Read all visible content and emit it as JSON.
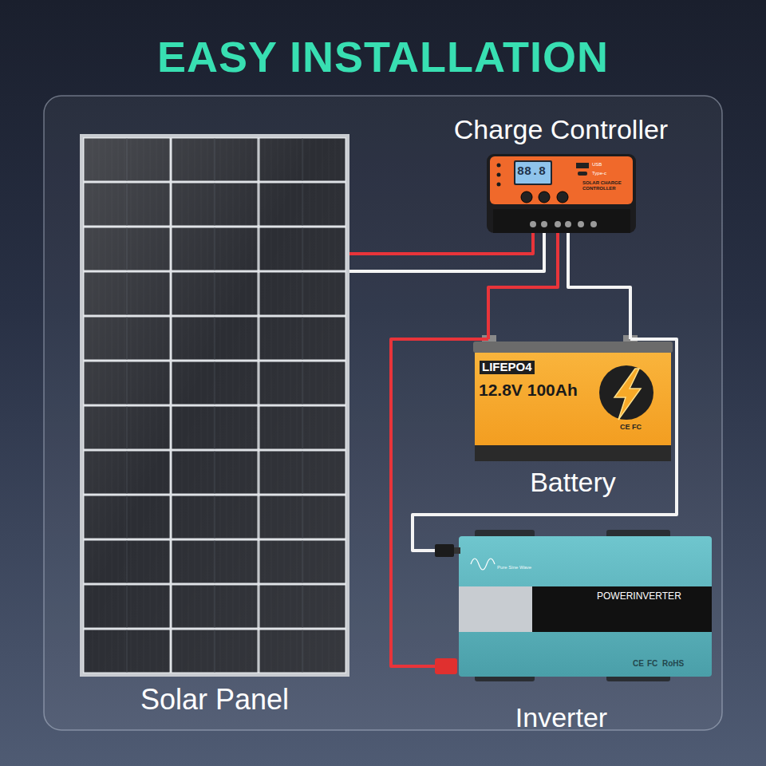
{
  "diagram": {
    "title": "EASY INSTALLATION",
    "nodes": [
      {
        "text": [
          "Solar Panel"
        ]
      },
      {
        "text": [
          "Charge Controller"
        ]
      },
      {
        "text": [
          "Battery"
        ]
      },
      {
        "text": [
          "Inverter"
        ]
      }
    ],
    "edges": [
      {
        "from": 0,
        "to": 1,
        "arrow": "none"
      },
      {
        "from": 0,
        "to": 1,
        "arrow": "none"
      },
      {
        "from": 1,
        "to": 2,
        "arrow": "none"
      },
      {
        "from": 1,
        "to": 2,
        "arrow": "none"
      },
      {
        "from": 2,
        "to": 3,
        "arrow": "none"
      },
      {
        "from": 2,
        "to": 3,
        "arrow": "none"
      }
    ],
    "labels": [
      "88.8",
      "USB",
      "Type-c",
      "SOLAR CHARGE CONTROLLER",
      "LIFEPO4",
      "12.8V 100Ah",
      "CE",
      "FC",
      "Pure Sine Wave",
      "POWERINVERTER",
      "CE",
      "FC",
      "RoHS"
    ]
  }
}
